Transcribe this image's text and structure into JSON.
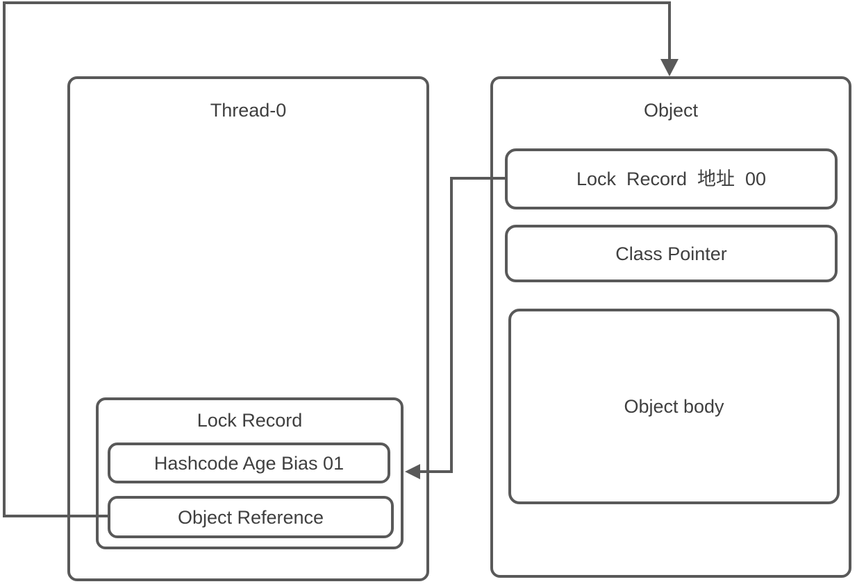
{
  "colors": {
    "line": "#595959",
    "text": "#3f3f3f",
    "background": "#ffffff"
  },
  "thread_box": {
    "title": "Thread-0",
    "lock_record": {
      "title": "Lock Record",
      "cells": [
        {
          "label": "Hashcode Age Bias 01"
        },
        {
          "label": "Object Reference"
        }
      ]
    }
  },
  "object_box": {
    "title": "Object",
    "cells": [
      {
        "label": "Lock  Record  地址  00"
      },
      {
        "label": "Class Pointer"
      },
      {
        "label": "Object body"
      }
    ]
  },
  "connectors": [
    {
      "name": "object-reference-to-object",
      "from": "Object Reference",
      "to": "Object",
      "arrow": "down"
    },
    {
      "name": "mark-word-to-lock-record",
      "from": "Lock  Record  地址  00",
      "to": "Lock Record",
      "arrow": "left"
    }
  ]
}
